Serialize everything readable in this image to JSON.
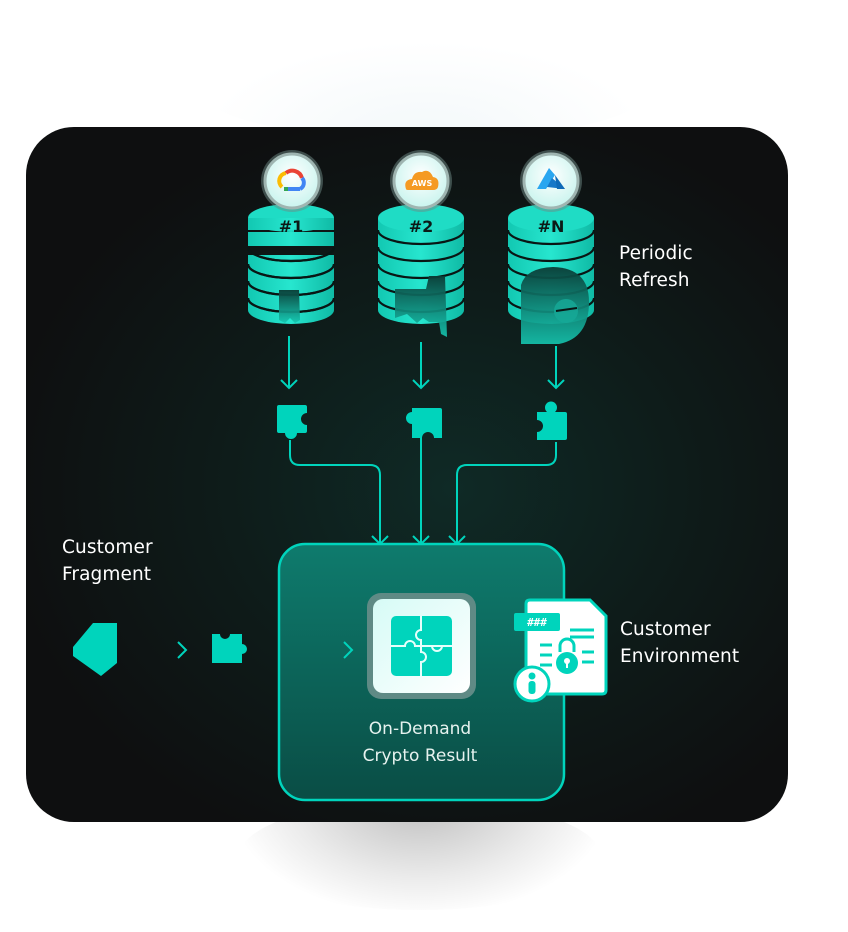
{
  "colors": {
    "accent": "#00d4bc",
    "accent_dark": "#0b6a5f",
    "card_bg": "#0e0f10",
    "text": "#ffffff",
    "gcp_red": "#ea4335",
    "gcp_yellow": "#fbbc04",
    "gcp_green": "#34a853",
    "gcp_blue": "#4285f4",
    "aws_orange": "#f59a23",
    "azure_blue": "#1a8fe0"
  },
  "sources": [
    {
      "id": "#1",
      "provider_icon": "google-cloud-icon"
    },
    {
      "id": "#2",
      "provider_icon": "aws-icon",
      "badge_text": "AWS"
    },
    {
      "id": "#N",
      "provider_icon": "azure-icon"
    }
  ],
  "labels": {
    "periodic_refresh": [
      "Periodic",
      "Refresh"
    ],
    "customer_fragment": [
      "Customer",
      "Fragment"
    ],
    "customer_environment": [
      "Customer",
      "Environment"
    ],
    "result": [
      "On-Demand",
      "Crypto Result"
    ]
  },
  "document": {
    "hash_text": "###"
  }
}
